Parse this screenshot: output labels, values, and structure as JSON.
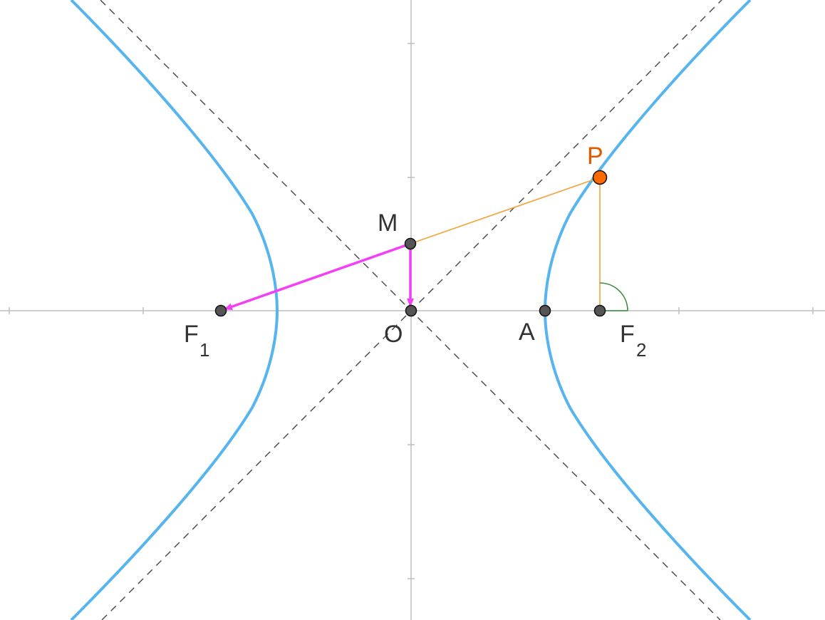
{
  "diagram": {
    "colors": {
      "background": "#ffffff",
      "axis": "#bdbdbd",
      "asymptote": "#444444",
      "hyperbola": "#56b4ef",
      "segment": "#f2a33a",
      "vector": "#f53ff5",
      "point_fill": "#555555",
      "point_P": "#ff6a00",
      "label_P": "#e05a00",
      "right_angle": "#3a8a3a",
      "label": "#333333"
    },
    "points": {
      "O": {
        "label": "O"
      },
      "M": {
        "label": "M"
      },
      "A": {
        "label": "A"
      },
      "P": {
        "label": "P"
      },
      "F1": {
        "label": "F",
        "sub": "1"
      },
      "F2": {
        "label": "F",
        "sub": "2"
      }
    }
  }
}
